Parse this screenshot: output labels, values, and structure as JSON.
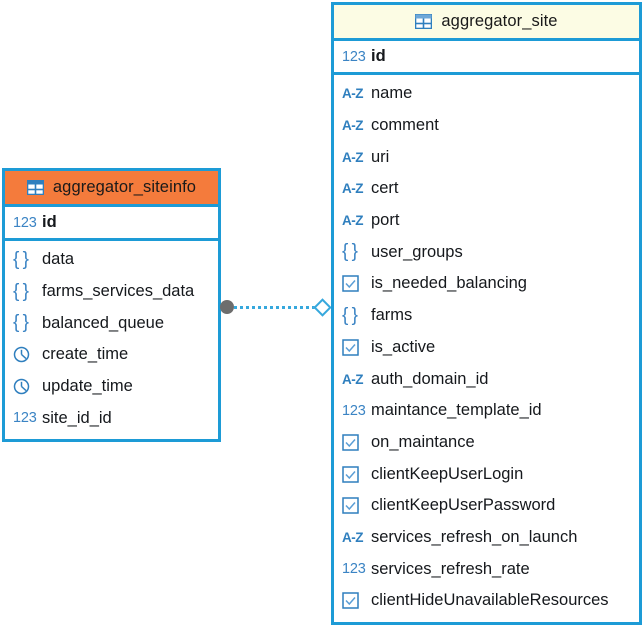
{
  "diagram": {
    "type": "er-diagram",
    "colors": {
      "border_blue": "#1d9bd6",
      "header_orange": "#f47b3c",
      "header_cream": "#fcfce4",
      "icon_blue": "#2f7fbe",
      "relation_line": "#36a8dd",
      "relation_dot": "#6d6d6d",
      "background": "#ffffff"
    }
  },
  "tables": [
    {
      "id": "aggregator_siteinfo",
      "name": "aggregator_siteinfo",
      "header_style": "orange",
      "table_icon": "table-grid-icon",
      "primary_key": {
        "icon": "number-icon",
        "icon_label": "123",
        "name": "id"
      },
      "fields": [
        {
          "icon": "json-icon",
          "icon_label": "{ }",
          "name": "data"
        },
        {
          "icon": "json-icon",
          "icon_label": "{ }",
          "name": "farms_services_data"
        },
        {
          "icon": "json-icon",
          "icon_label": "{ }",
          "name": "balanced_queue"
        },
        {
          "icon": "clock-icon",
          "icon_label": "",
          "name": "create_time"
        },
        {
          "icon": "clock-icon",
          "icon_label": "",
          "name": "update_time"
        },
        {
          "icon": "number-icon",
          "icon_label": "123",
          "name": "site_id_id"
        }
      ]
    },
    {
      "id": "aggregator_site",
      "name": "aggregator_site",
      "header_style": "cream",
      "table_icon": "table-grid-icon",
      "primary_key": {
        "icon": "number-icon",
        "icon_label": "123",
        "name": "id"
      },
      "fields": [
        {
          "icon": "text-icon",
          "icon_label": "A-Z",
          "name": "name"
        },
        {
          "icon": "text-icon",
          "icon_label": "A-Z",
          "name": "comment"
        },
        {
          "icon": "text-icon",
          "icon_label": "A-Z",
          "name": "uri"
        },
        {
          "icon": "text-icon",
          "icon_label": "A-Z",
          "name": "cert"
        },
        {
          "icon": "text-icon",
          "icon_label": "A-Z",
          "name": "port"
        },
        {
          "icon": "json-icon",
          "icon_label": "{ }",
          "name": "user_groups"
        },
        {
          "icon": "checkbox-icon",
          "icon_label": "",
          "name": "is_needed_balancing"
        },
        {
          "icon": "json-icon",
          "icon_label": "{ }",
          "name": "farms"
        },
        {
          "icon": "checkbox-icon",
          "icon_label": "",
          "name": "is_active"
        },
        {
          "icon": "text-icon",
          "icon_label": "A-Z",
          "name": "auth_domain_id"
        },
        {
          "icon": "number-icon",
          "icon_label": "123",
          "name": "maintance_template_id"
        },
        {
          "icon": "checkbox-icon",
          "icon_label": "",
          "name": "on_maintance"
        },
        {
          "icon": "checkbox-icon",
          "icon_label": "",
          "name": "clientKeepUserLogin"
        },
        {
          "icon": "checkbox-icon",
          "icon_label": "",
          "name": "clientKeepUserPassword"
        },
        {
          "icon": "text-icon",
          "icon_label": "A-Z",
          "name": "services_refresh_on_launch"
        },
        {
          "icon": "number-icon",
          "icon_label": "123",
          "name": "services_refresh_rate"
        },
        {
          "icon": "checkbox-icon",
          "icon_label": "",
          "name": "clientHideUnavailableResources"
        }
      ]
    }
  ],
  "relationships": [
    {
      "from_table": "aggregator_siteinfo",
      "from_field": "site_id_id",
      "to_table": "aggregator_site",
      "to_field": "id",
      "from_marker": "filled-circle",
      "to_marker": "open-diamond",
      "line_style": "dotted"
    }
  ]
}
